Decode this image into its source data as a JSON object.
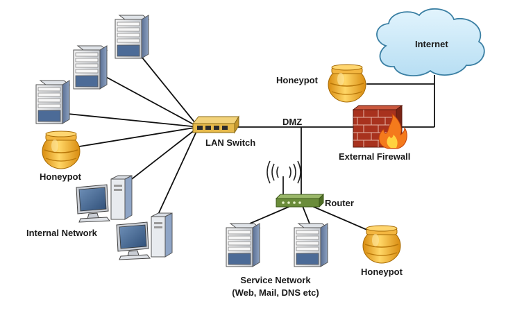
{
  "labels": {
    "internet": "Internet",
    "honeypot_top": "Honeypot",
    "dmz": "DMZ",
    "lan_switch": "LAN Switch",
    "external_firewall": "External Firewall",
    "honeypot_left": "Honeypot",
    "router": "Router",
    "internal_network": "Internal Network",
    "service_network_line1": "Service Network",
    "service_network_line2": "(Web, Mail, DNS etc)",
    "honeypot_bottom": "Honeypot"
  },
  "colors": {
    "cloud_fill": "#c9e8f7",
    "cloud_stroke": "#3a7fa3",
    "honeypot_gold": "#f0b43a",
    "brick_red": "#a8321e",
    "flame_orange": "#f47a1c",
    "router_green": "#6a8c3a",
    "server_blue": "#7d93b5"
  },
  "icons": [
    "cloud-icon",
    "honeypot-icon",
    "firewall-icon",
    "switch-icon",
    "router-icon",
    "server-icon",
    "desktop-computer-icon",
    "wifi-signal-icon"
  ]
}
